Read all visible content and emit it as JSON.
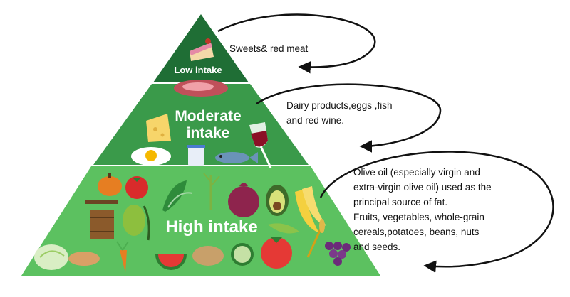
{
  "pyramid": {
    "tiers": [
      {
        "label": "Low intake",
        "description": [
          "Sweets& red meat"
        ],
        "color": "#1f6e35"
      },
      {
        "label_lines": [
          "Moderate",
          "intake"
        ],
        "description": [
          "Dairy products,eggs ,fish",
          "and red wine."
        ],
        "color": "#3a9a4a"
      },
      {
        "label": "High intake",
        "description": [
          "Olive oil (especially virgin and",
          "extra-virgin olive oil) used as the",
          "principal source of fat.",
          " Fruits, vegetables, whole-grain",
          "cereals,potatoes, beans, nuts",
          " and seeds."
        ],
        "color": "#5cc160"
      }
    ],
    "icons": [
      "cake-icon",
      "meat-icon",
      "cheese-icon",
      "egg-icon",
      "yogurt-icon",
      "fish-icon",
      "wine-glass-icon",
      "pumpkin-icon",
      "tomato-icon",
      "greens-icon",
      "herb-icon",
      "onion-icon",
      "avocado-icon",
      "banana-icon",
      "olive-press-icon",
      "olives-icon",
      "pea-pod-icon",
      "wheat-icon",
      "grapes-icon",
      "cabbage-icon",
      "peanut-icon",
      "carrot-icon",
      "watermelon-icon",
      "potato-icon",
      "cucumber-icon",
      "tomato-icon"
    ],
    "arrow_color": "#111111"
  }
}
